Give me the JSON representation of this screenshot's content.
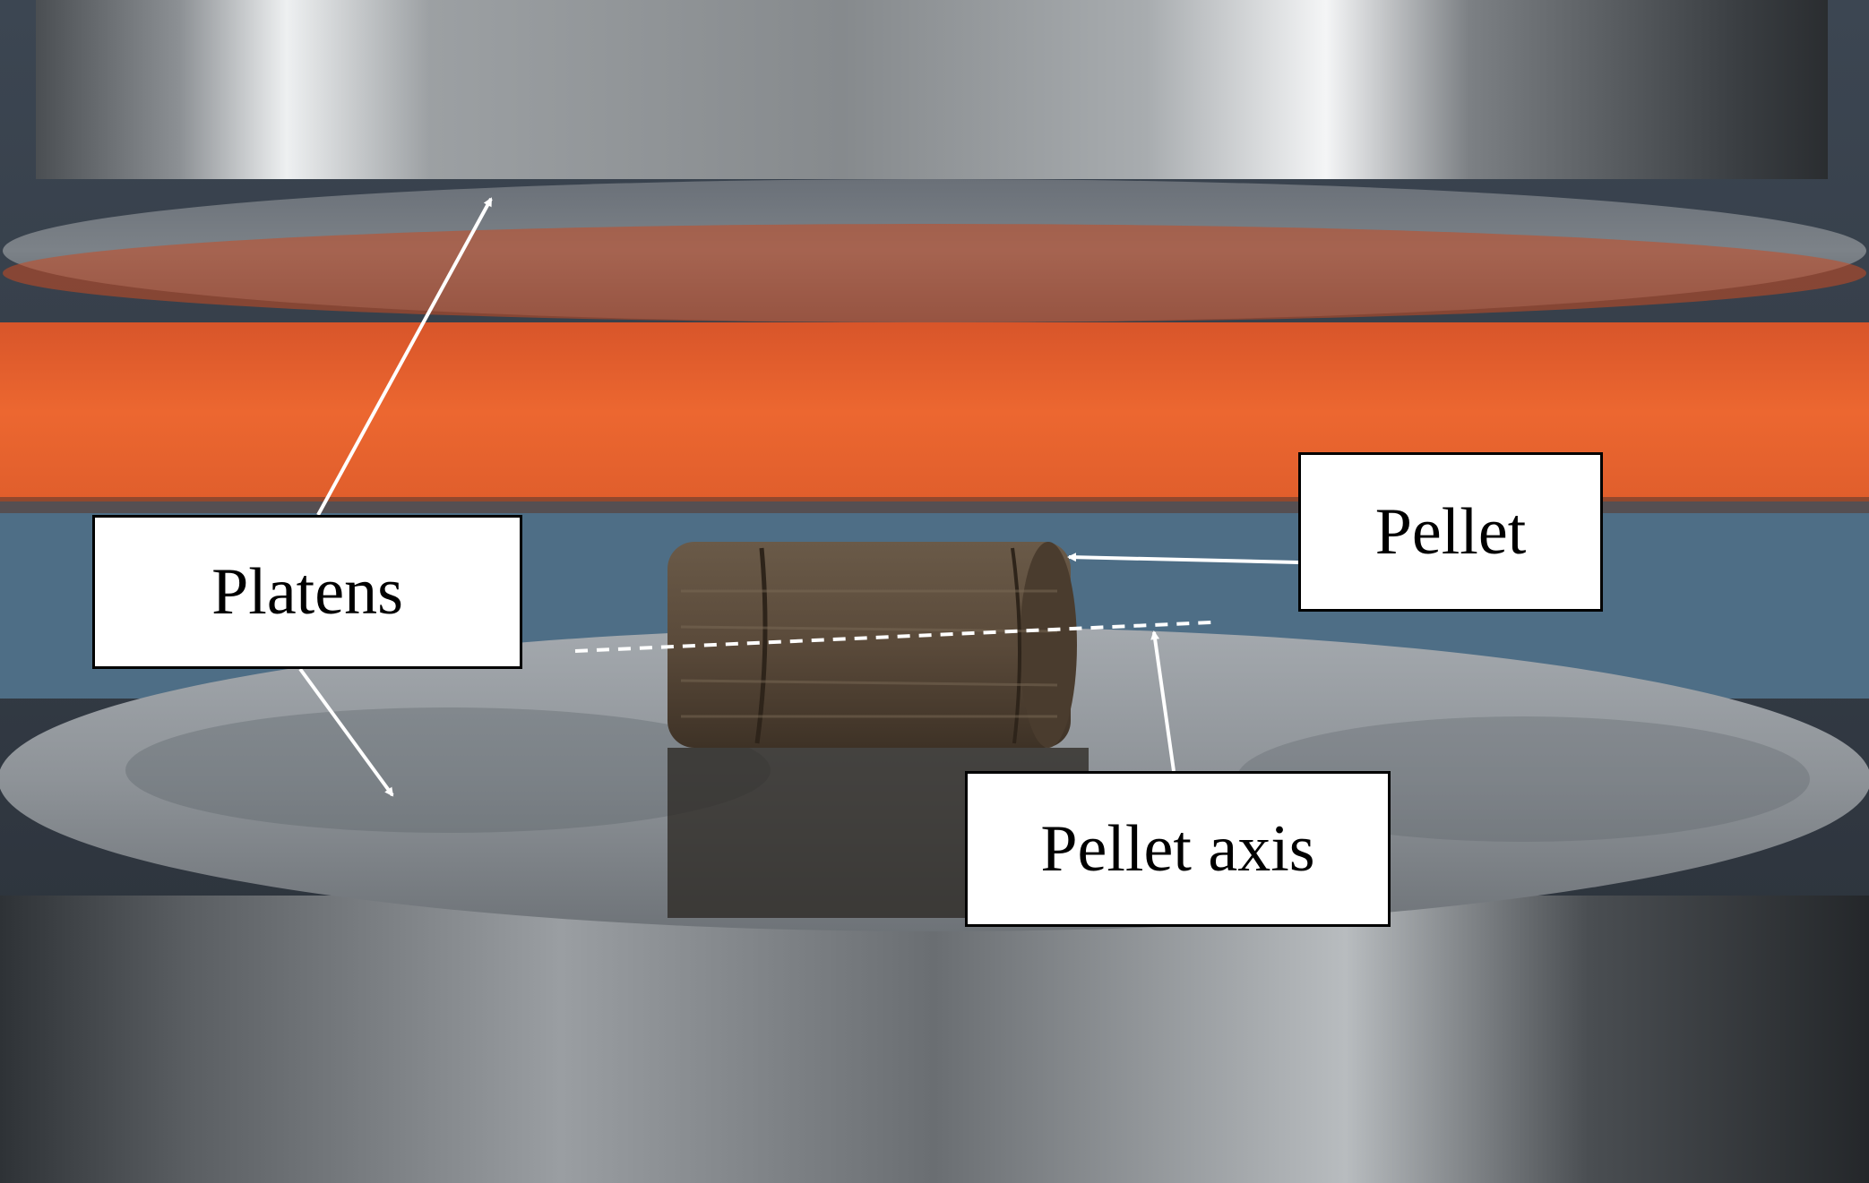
{
  "labels": {
    "platens": "Platens",
    "pellet": "Pellet",
    "pellet_axis": "Pellet axis"
  },
  "colors": {
    "annotation_box": "#ffffff",
    "annotation_text": "#000000",
    "annotation_arrow": "#ffffff",
    "orange_frame": "#e8602a",
    "steel": "#9aa0a6",
    "pellet": "#5a4a3a"
  }
}
